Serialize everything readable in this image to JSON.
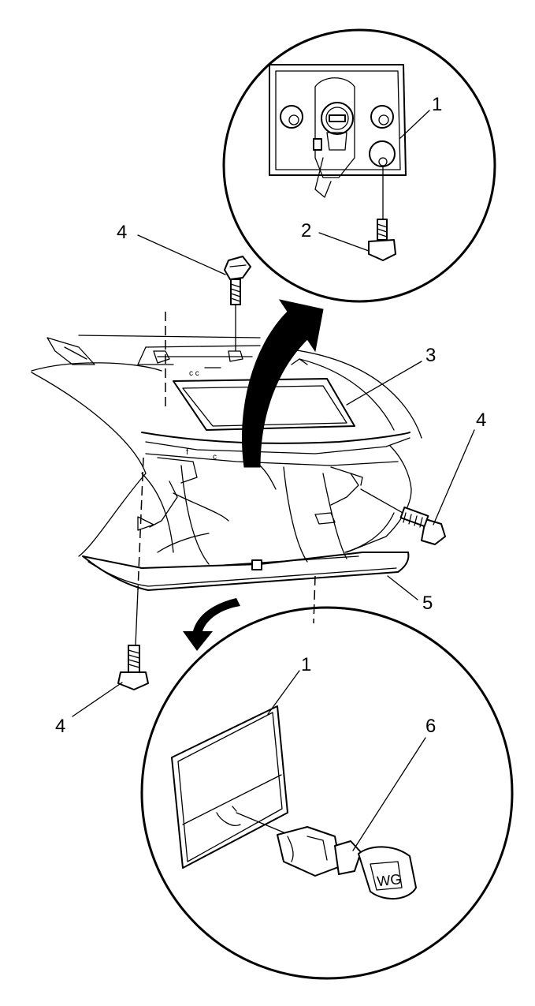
{
  "callouts": [
    {
      "id": "c1-top",
      "text": "1"
    },
    {
      "id": "c2",
      "text": "2"
    },
    {
      "id": "c4-top",
      "text": "4"
    },
    {
      "id": "c3",
      "text": "3"
    },
    {
      "id": "c4-right",
      "text": "4"
    },
    {
      "id": "c5",
      "text": "5"
    },
    {
      "id": "c4-bottom",
      "text": "4"
    },
    {
      "id": "c1-bottom",
      "text": "1"
    },
    {
      "id": "c6",
      "text": "6"
    }
  ],
  "key_text": "WG",
  "colors": {
    "line": "#000000",
    "background": "#ffffff"
  }
}
